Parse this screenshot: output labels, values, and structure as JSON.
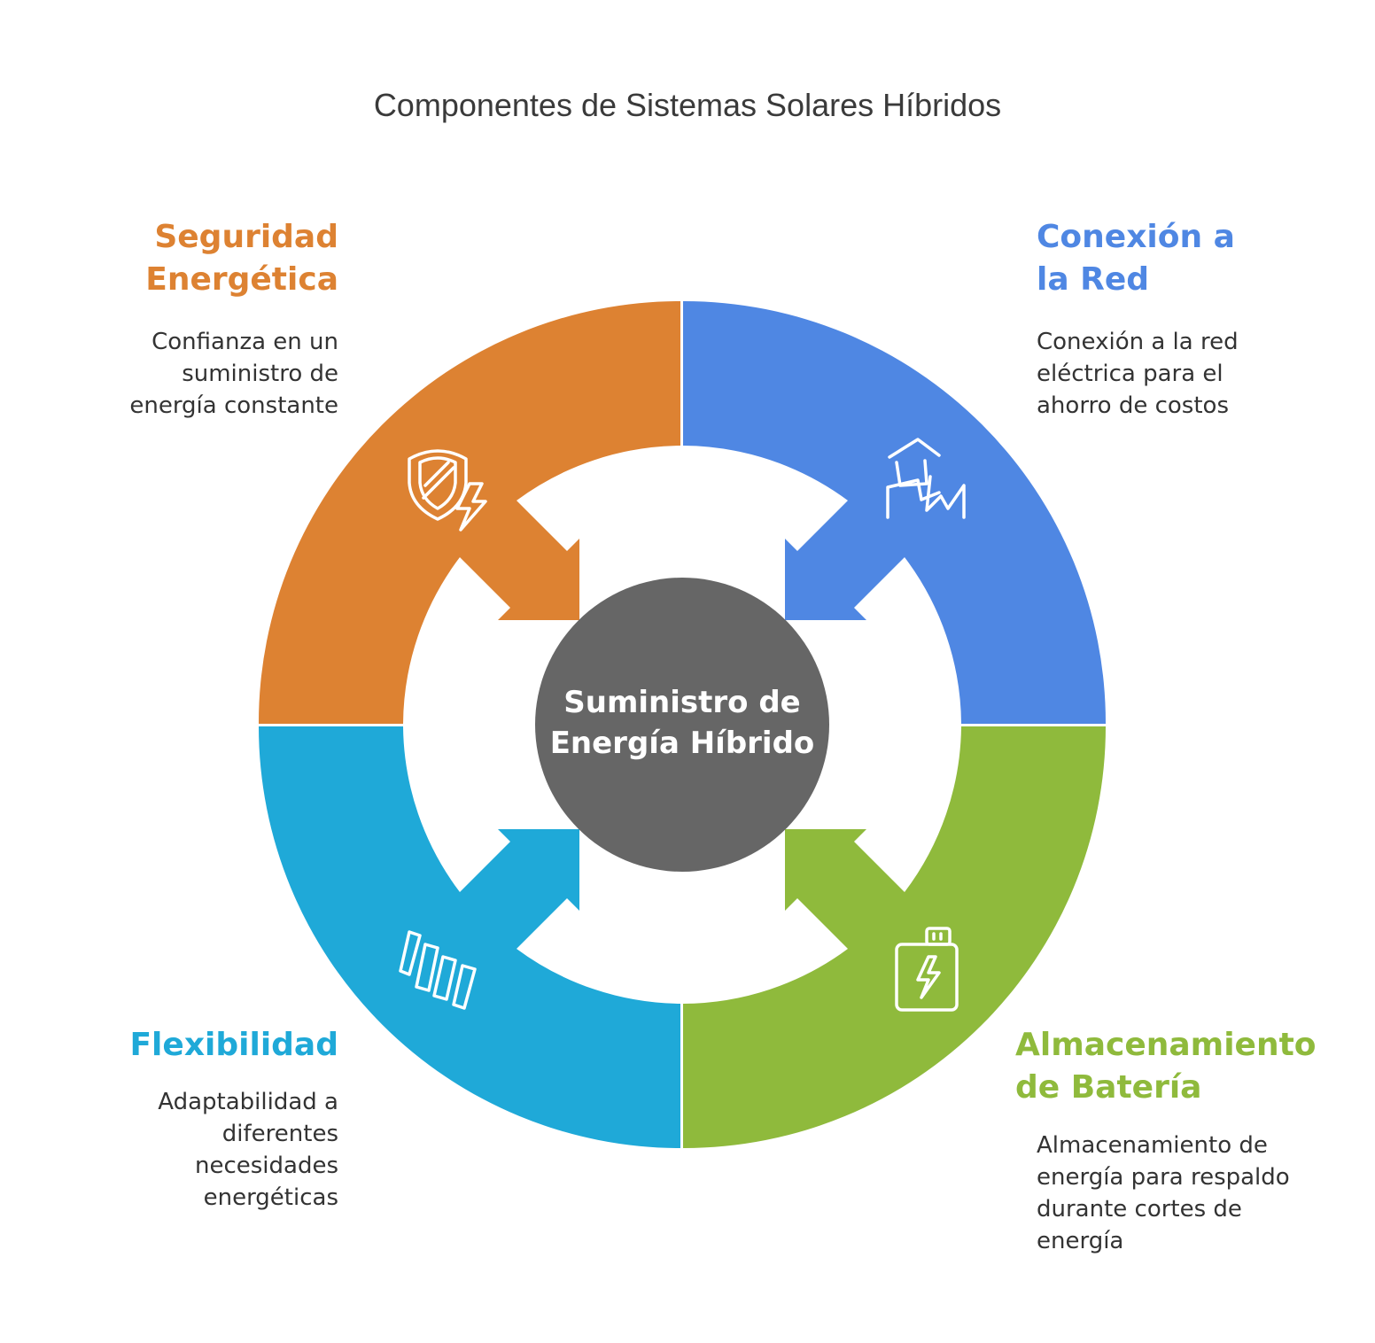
{
  "title": "Componentes de Sistemas Solares Híbridos",
  "center": {
    "label": "Suministro de Energía Híbrido",
    "color": "#666666"
  },
  "segments": [
    {
      "heading": "Seguridad Energética",
      "description": "Confianza en un suministro de energía constante",
      "color": "#DD8232",
      "icon": "shield-bolt-icon"
    },
    {
      "heading": "Conexión a la Red",
      "description": "Conexión a la red eléctrica para el ahorro de costos",
      "color": "#4F87E3",
      "icon": "house-grid-icon"
    },
    {
      "heading": "Almacenamiento de Batería",
      "description": "Almacenamiento de energía para respaldo durante cortes de energía",
      "color": "#8FBA3C",
      "icon": "battery-bolt-icon"
    },
    {
      "heading": "Flexibilidad",
      "description": "Adaptabilidad a diferentes necesidades energéticas",
      "color": "#1FA9D8",
      "icon": "flexible-wave-icon"
    }
  ]
}
